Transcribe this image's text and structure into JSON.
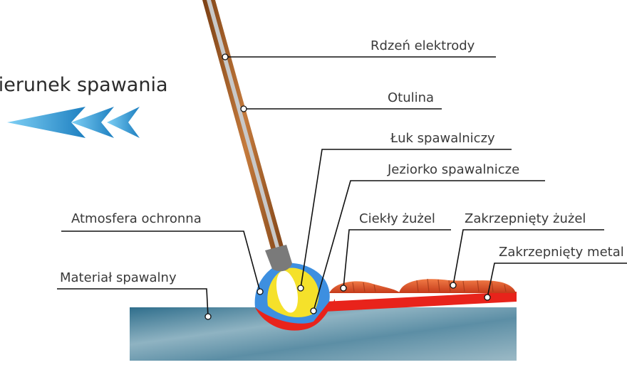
{
  "direction": {
    "label": "Kierunek spawania"
  },
  "labels": {
    "electrode_core": "Rdzeń elektrody",
    "coating": "Otulina",
    "welding_arc": "Łuk spawalniczy",
    "weld_pool": "Jeziorko spawalnicze",
    "shielding_gas": "Atmosfera ochronna",
    "liquid_slag": "Ciekły żużel",
    "solidified_slag": "Zakrzepnięty żużel",
    "solidified_metal": "Zakrzepnięty metal",
    "base_material": "Materiał spawalny"
  },
  "colors": {
    "base_plate": "#6f9aae",
    "electrode_coating": "#a9622a",
    "electrode_core": "#b8b8b8",
    "shielding_gas": "#3d8fe0",
    "arc_yellow": "#f5e12a",
    "weld_red": "#e8231b",
    "slag_orange": "#d94a20",
    "arrow_blue": "#2f9bd6"
  }
}
